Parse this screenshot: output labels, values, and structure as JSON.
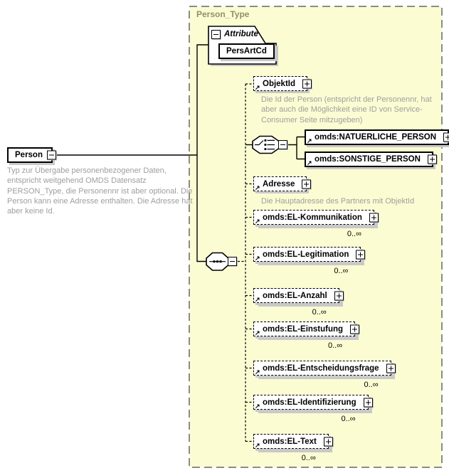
{
  "container": {
    "title": "Person_Type"
  },
  "person": {
    "label": "Person",
    "annotation": "Typ zur Übergabe personenbezogener Daten, entspricht weitgehend OMDS Datensatz PERSON_Type, die Personennr ist aber optional. Die Person kann eine Adresse enthalten. Die Adresse hat aber keine Id."
  },
  "attributes": {
    "header": "Attribute",
    "items": [
      {
        "name": "PersArtCd"
      }
    ]
  },
  "nodes": {
    "objektid": {
      "label": "ObjektId",
      "annotation": "Die Id der Person (entspricht der Personennr, hat aber auch die Möglichkeit eine ID von Service-Consumer Seite mitzugeben)"
    },
    "natuerliche_person": {
      "label": "omds:NATUERLICHE_PERSON"
    },
    "sonstige_person": {
      "label": "omds:SONSTIGE_PERSON"
    },
    "adresse": {
      "label": "Adresse",
      "annotation": "Die Hauptadresse des Partners mit ObjektId"
    },
    "repeating": [
      {
        "label": "omds:EL-Kommunikation",
        "cardinality": "0..∞"
      },
      {
        "label": "omds:EL-Legitimation",
        "cardinality": "0..∞"
      },
      {
        "label": "omds:EL-Anzahl",
        "cardinality": "0..∞"
      },
      {
        "label": "omds:EL-Einstufung",
        "cardinality": "0..∞"
      },
      {
        "label": "omds:EL-Entscheidungsfrage",
        "cardinality": "0..∞"
      },
      {
        "label": "omds:EL-Identifizierung",
        "cardinality": "0..∞"
      },
      {
        "label": "omds:EL-Text",
        "cardinality": "0..∞"
      }
    ]
  },
  "icons": {
    "reference_arrow": "↗"
  },
  "colors": {
    "container_bg": "#fcfcd3",
    "container_border": "#8b8b8b",
    "title": "#8f8f6b",
    "annotation": "#9e9e9e",
    "shadow": "#c9c9c9"
  }
}
